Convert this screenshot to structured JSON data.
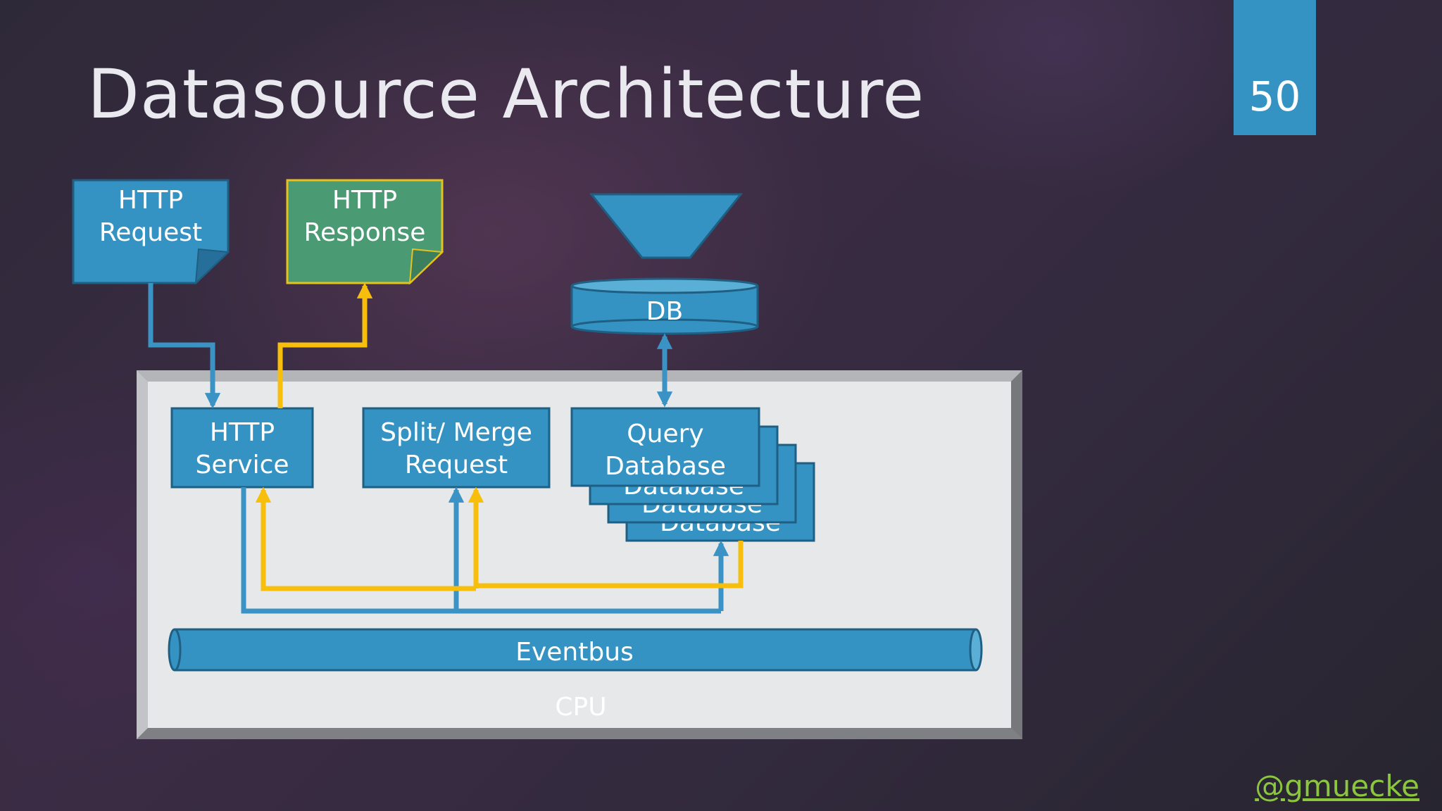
{
  "slide": {
    "title": "Datasource Architecture",
    "page_number": "50",
    "handle": "@gmuecke"
  },
  "diagram": {
    "http_request": {
      "line1": "HTTP",
      "line2": "Request"
    },
    "http_response": {
      "line1": "HTTP",
      "line2": "Response"
    },
    "db": {
      "label": "DB"
    },
    "http_service": {
      "line1": "HTTP",
      "line2": "Service"
    },
    "split_merge": {
      "line1": "Split/ Merge",
      "line2": "Request"
    },
    "query_database": {
      "line1": "Query",
      "line2": "Database"
    },
    "eventbus": {
      "label": "Eventbus"
    },
    "cpu": {
      "label": "CPU"
    }
  },
  "colors": {
    "box_blue": "#3593c3",
    "box_border": "#1f5f84",
    "response_green": "#4a9a74",
    "response_border": "#e6c21c",
    "flow_blue": "#3a93c4",
    "flow_yellow": "#f7bf0c",
    "cpu_panel": "#e7e8ea",
    "cpu_frame": "#8f9093",
    "cpu_label": "#ffffff"
  }
}
